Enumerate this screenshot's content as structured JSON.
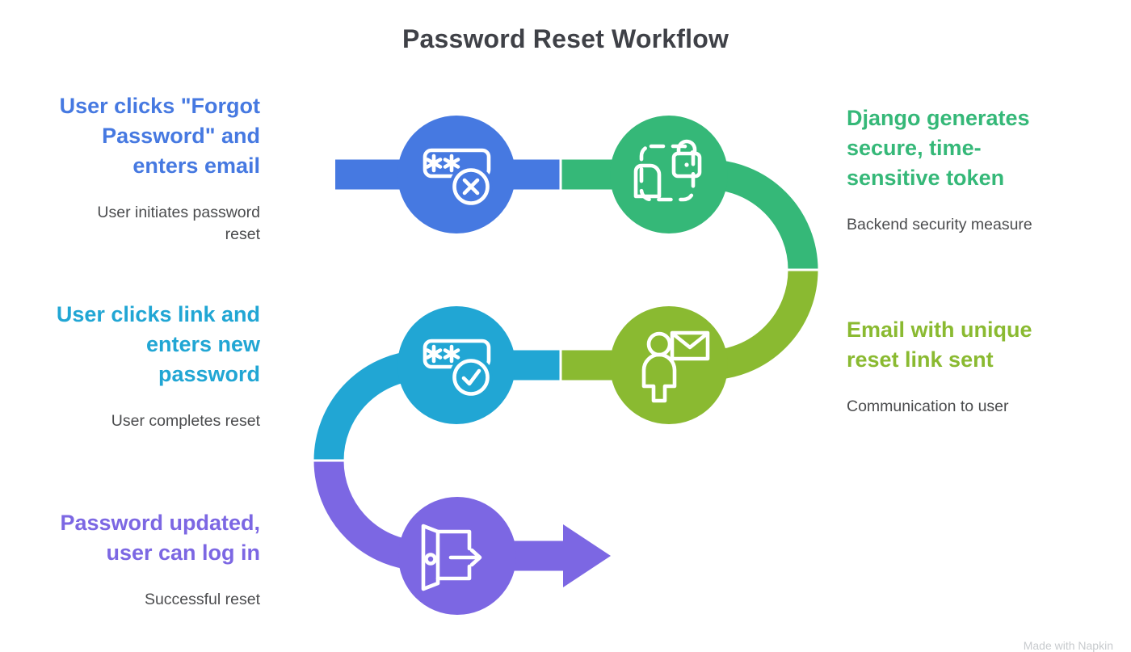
{
  "title": "Password Reset Workflow",
  "colors": {
    "blue": "#4679e1",
    "green": "#35b878",
    "lime": "#8aba31",
    "cyan": "#21a6d4",
    "purple": "#7c67e3",
    "title_text": "#3f4147",
    "body_text": "#4b4c4e",
    "background": "#ffffff",
    "icon_stroke": "#ffffff"
  },
  "steps": [
    {
      "id": "forgot-password",
      "side": "left",
      "color": "#4679e1",
      "icon": "password-error-icon",
      "heading": "User clicks \"Forgot Password\" and enters email",
      "heading_lines": [
        "User clicks \"Forgot",
        "Password\" and",
        "enters email"
      ],
      "sub": "User initiates password reset",
      "sub_lines": [
        "User initiates password",
        "reset"
      ]
    },
    {
      "id": "token-generated",
      "side": "right",
      "color": "#35b878",
      "icon": "secure-token-icon",
      "heading": "Django generates secure, time-sensitive token",
      "heading_lines": [
        "Django generates",
        "secure, time-",
        "sensitive token"
      ],
      "sub": "Backend security measure",
      "sub_lines": [
        "Backend security measure"
      ]
    },
    {
      "id": "email-sent",
      "side": "right",
      "color": "#8aba31",
      "icon": "email-sent-icon",
      "heading": "Email with unique reset link sent",
      "heading_lines": [
        "Email with unique",
        "reset link sent"
      ],
      "sub": "Communication to user",
      "sub_lines": [
        "Communication to user"
      ]
    },
    {
      "id": "new-password",
      "side": "left",
      "color": "#21a6d4",
      "icon": "password-check-icon",
      "heading": "User clicks link and enters new password",
      "heading_lines": [
        "User clicks link and",
        "enters new",
        "password"
      ],
      "sub": "User completes reset",
      "sub_lines": [
        "User completes reset"
      ]
    },
    {
      "id": "login",
      "side": "left",
      "color": "#7c67e3",
      "icon": "login-icon",
      "heading": "Password updated, user can log in",
      "heading_lines": [
        "Password updated,",
        "user can log in"
      ],
      "sub": "Successful reset",
      "sub_lines": [
        "Successful reset"
      ]
    }
  ],
  "watermark": "Made with Napkin"
}
